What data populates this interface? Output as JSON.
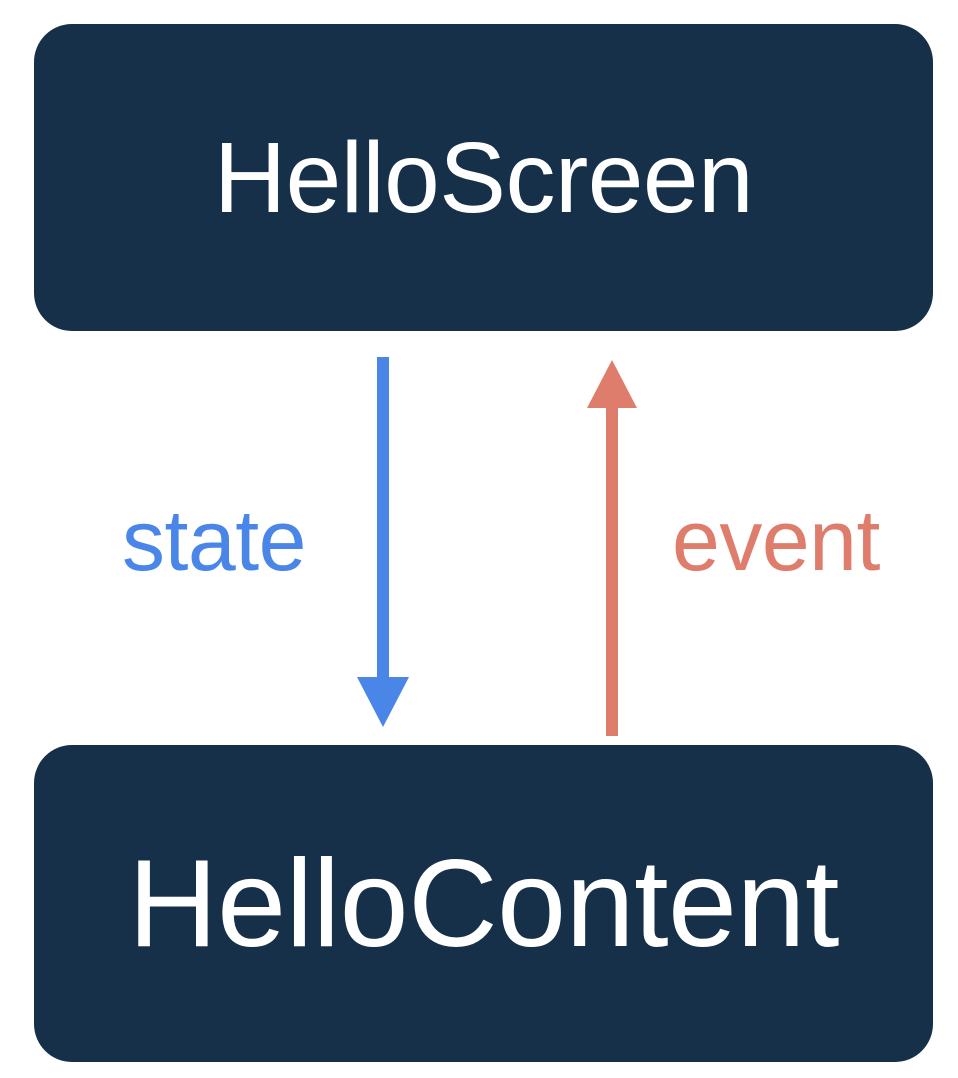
{
  "diagram": {
    "type": "component-dataflow",
    "background_color": "#ffffff",
    "nodes": [
      {
        "id": "hello-screen",
        "label": "HelloScreen",
        "shape": "rounded-rectangle",
        "fill_color": "#16304a",
        "text_color": "#ffffff"
      },
      {
        "id": "hello-content",
        "label": "HelloContent",
        "shape": "rounded-rectangle",
        "fill_color": "#16304a",
        "text_color": "#ffffff"
      }
    ],
    "edges": [
      {
        "id": "state-edge",
        "label": "state",
        "from": "hello-screen",
        "to": "hello-content",
        "direction": "down",
        "color": "#4a86e8"
      },
      {
        "id": "event-edge",
        "label": "event",
        "from": "hello-content",
        "to": "hello-screen",
        "direction": "up",
        "color": "#df7d6c"
      }
    ]
  }
}
